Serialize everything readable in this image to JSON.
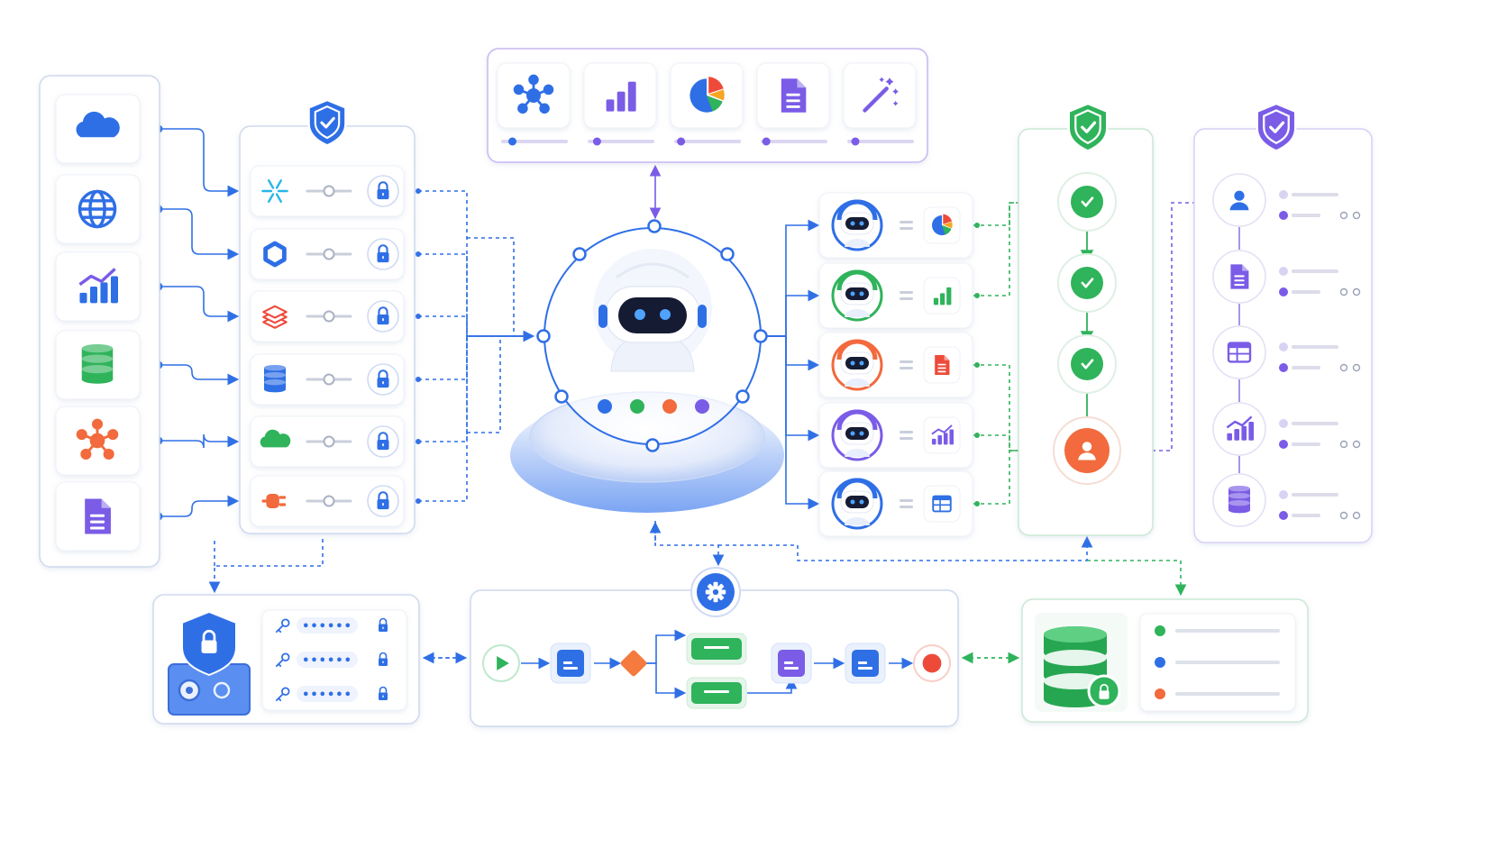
{
  "colors": {
    "blue": "#2f6fe6",
    "blue_light": "#dbe6fb",
    "green": "#2fb35b",
    "green_light": "#dff3e5",
    "purple": "#7a5ce6",
    "purple_light": "#ebe6fb",
    "orange": "#f26a3d",
    "red": "#ee4a3a",
    "gray_line": "#c9cfdb",
    "panel_border": "#cfd9ee"
  },
  "sources": {
    "items": [
      {
        "icon": "cloud-icon"
      },
      {
        "icon": "globe-icon"
      },
      {
        "icon": "analytics-chart-icon"
      },
      {
        "icon": "database-icon"
      },
      {
        "icon": "network-nodes-icon"
      },
      {
        "icon": "document-icon"
      }
    ]
  },
  "connectors": {
    "shield_icon": "shield-check-icon",
    "items": [
      {
        "icon": "snowflake-icon"
      },
      {
        "icon": "hexagon-ring-icon"
      },
      {
        "icon": "stacked-layers-icon"
      },
      {
        "icon": "database-icon"
      },
      {
        "icon": "cloud-icon"
      },
      {
        "icon": "plug-icon"
      }
    ]
  },
  "tools": {
    "items": [
      {
        "icon": "network-nodes-icon",
        "progress": 0.15
      },
      {
        "icon": "bar-chart-icon",
        "progress": 0.12
      },
      {
        "icon": "pie-chart-icon",
        "progress": 0.08
      },
      {
        "icon": "document-icon",
        "progress": 0.06
      },
      {
        "icon": "magic-wand-icon",
        "progress": 0.1
      }
    ]
  },
  "core": {
    "icon": "robot-icon",
    "dot_colors": [
      "#2f6fe6",
      "#2fb35b",
      "#f26a3d",
      "#7a5ce6"
    ]
  },
  "agents": {
    "items": [
      {
        "color": "#2f6fe6",
        "tool_icon": "pie-chart-icon"
      },
      {
        "color": "#2fb35b",
        "tool_icon": "bar-chart-icon"
      },
      {
        "color": "#f26a3d",
        "tool_icon": "document-icon"
      },
      {
        "color": "#7a5ce6",
        "tool_icon": "analytics-chart-icon"
      },
      {
        "color": "#2f6fe6",
        "tool_icon": "table-icon"
      }
    ]
  },
  "approvals": {
    "shield_icon": "shield-check-icon",
    "steps": [
      {
        "icon": "check-icon"
      },
      {
        "icon": "check-icon"
      },
      {
        "icon": "check-icon"
      },
      {
        "icon": "user-icon"
      }
    ]
  },
  "outputs": {
    "shield_icon": "shield-check-icon",
    "items": [
      {
        "icon": "user-icon"
      },
      {
        "icon": "document-icon"
      },
      {
        "icon": "table-icon"
      },
      {
        "icon": "analytics-chart-icon"
      },
      {
        "icon": "database-icon"
      }
    ]
  },
  "vault": {
    "icon": "vault-lock-icon",
    "secret_mask": "••••••",
    "rows": [
      {
        "icon": "key-icon"
      },
      {
        "icon": "key-icon"
      },
      {
        "icon": "key-icon"
      }
    ]
  },
  "workflow": {
    "icon": "gear-icon",
    "nodes": [
      "play-icon",
      "task-icon",
      "decision-icon",
      "branch-task-icon",
      "branch-task-icon",
      "task-icon",
      "task-icon",
      "stop-icon"
    ]
  },
  "storage": {
    "icon": "database-lock-icon",
    "status_colors": [
      "#2fb35b",
      "#2f6fe6",
      "#f26a3d"
    ]
  }
}
